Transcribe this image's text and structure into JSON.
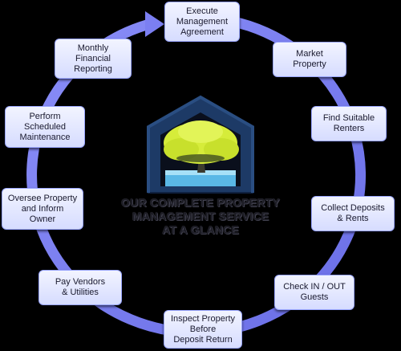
{
  "diagram": {
    "center_title": "OUR COMPLETE PROPERTY\nMANAGEMENT SERVICE\nAT A GLANCE",
    "logo_icon": "house-tree-logo-icon",
    "cycle_arrow_icon": "circular-arrow-icon",
    "colors": {
      "ring": "#7b7ff2",
      "box_fill": "#e4e8ff",
      "box_border": "#9aa6ff",
      "logo_frame": "#1d3a66",
      "tree": "#d6ec3a",
      "water": "#5ab8e6"
    },
    "steps": [
      {
        "label": "Execute\nManagement\nAgreement"
      },
      {
        "label": "Market\nProperty"
      },
      {
        "label": "Find Suitable\nRenters"
      },
      {
        "label": "Collect Deposits\n& Rents"
      },
      {
        "label": "Check IN / OUT\nGuests"
      },
      {
        "label": "Inspect Property\nBefore\nDeposit Return"
      },
      {
        "label": "Pay Vendors\n& Utilities"
      },
      {
        "label": "Oversee Property\nand Inform\nOwner"
      },
      {
        "label": "Perform\nScheduled\nMaintenance"
      },
      {
        "label": "Monthly\nFinancial\nReporting"
      }
    ]
  }
}
